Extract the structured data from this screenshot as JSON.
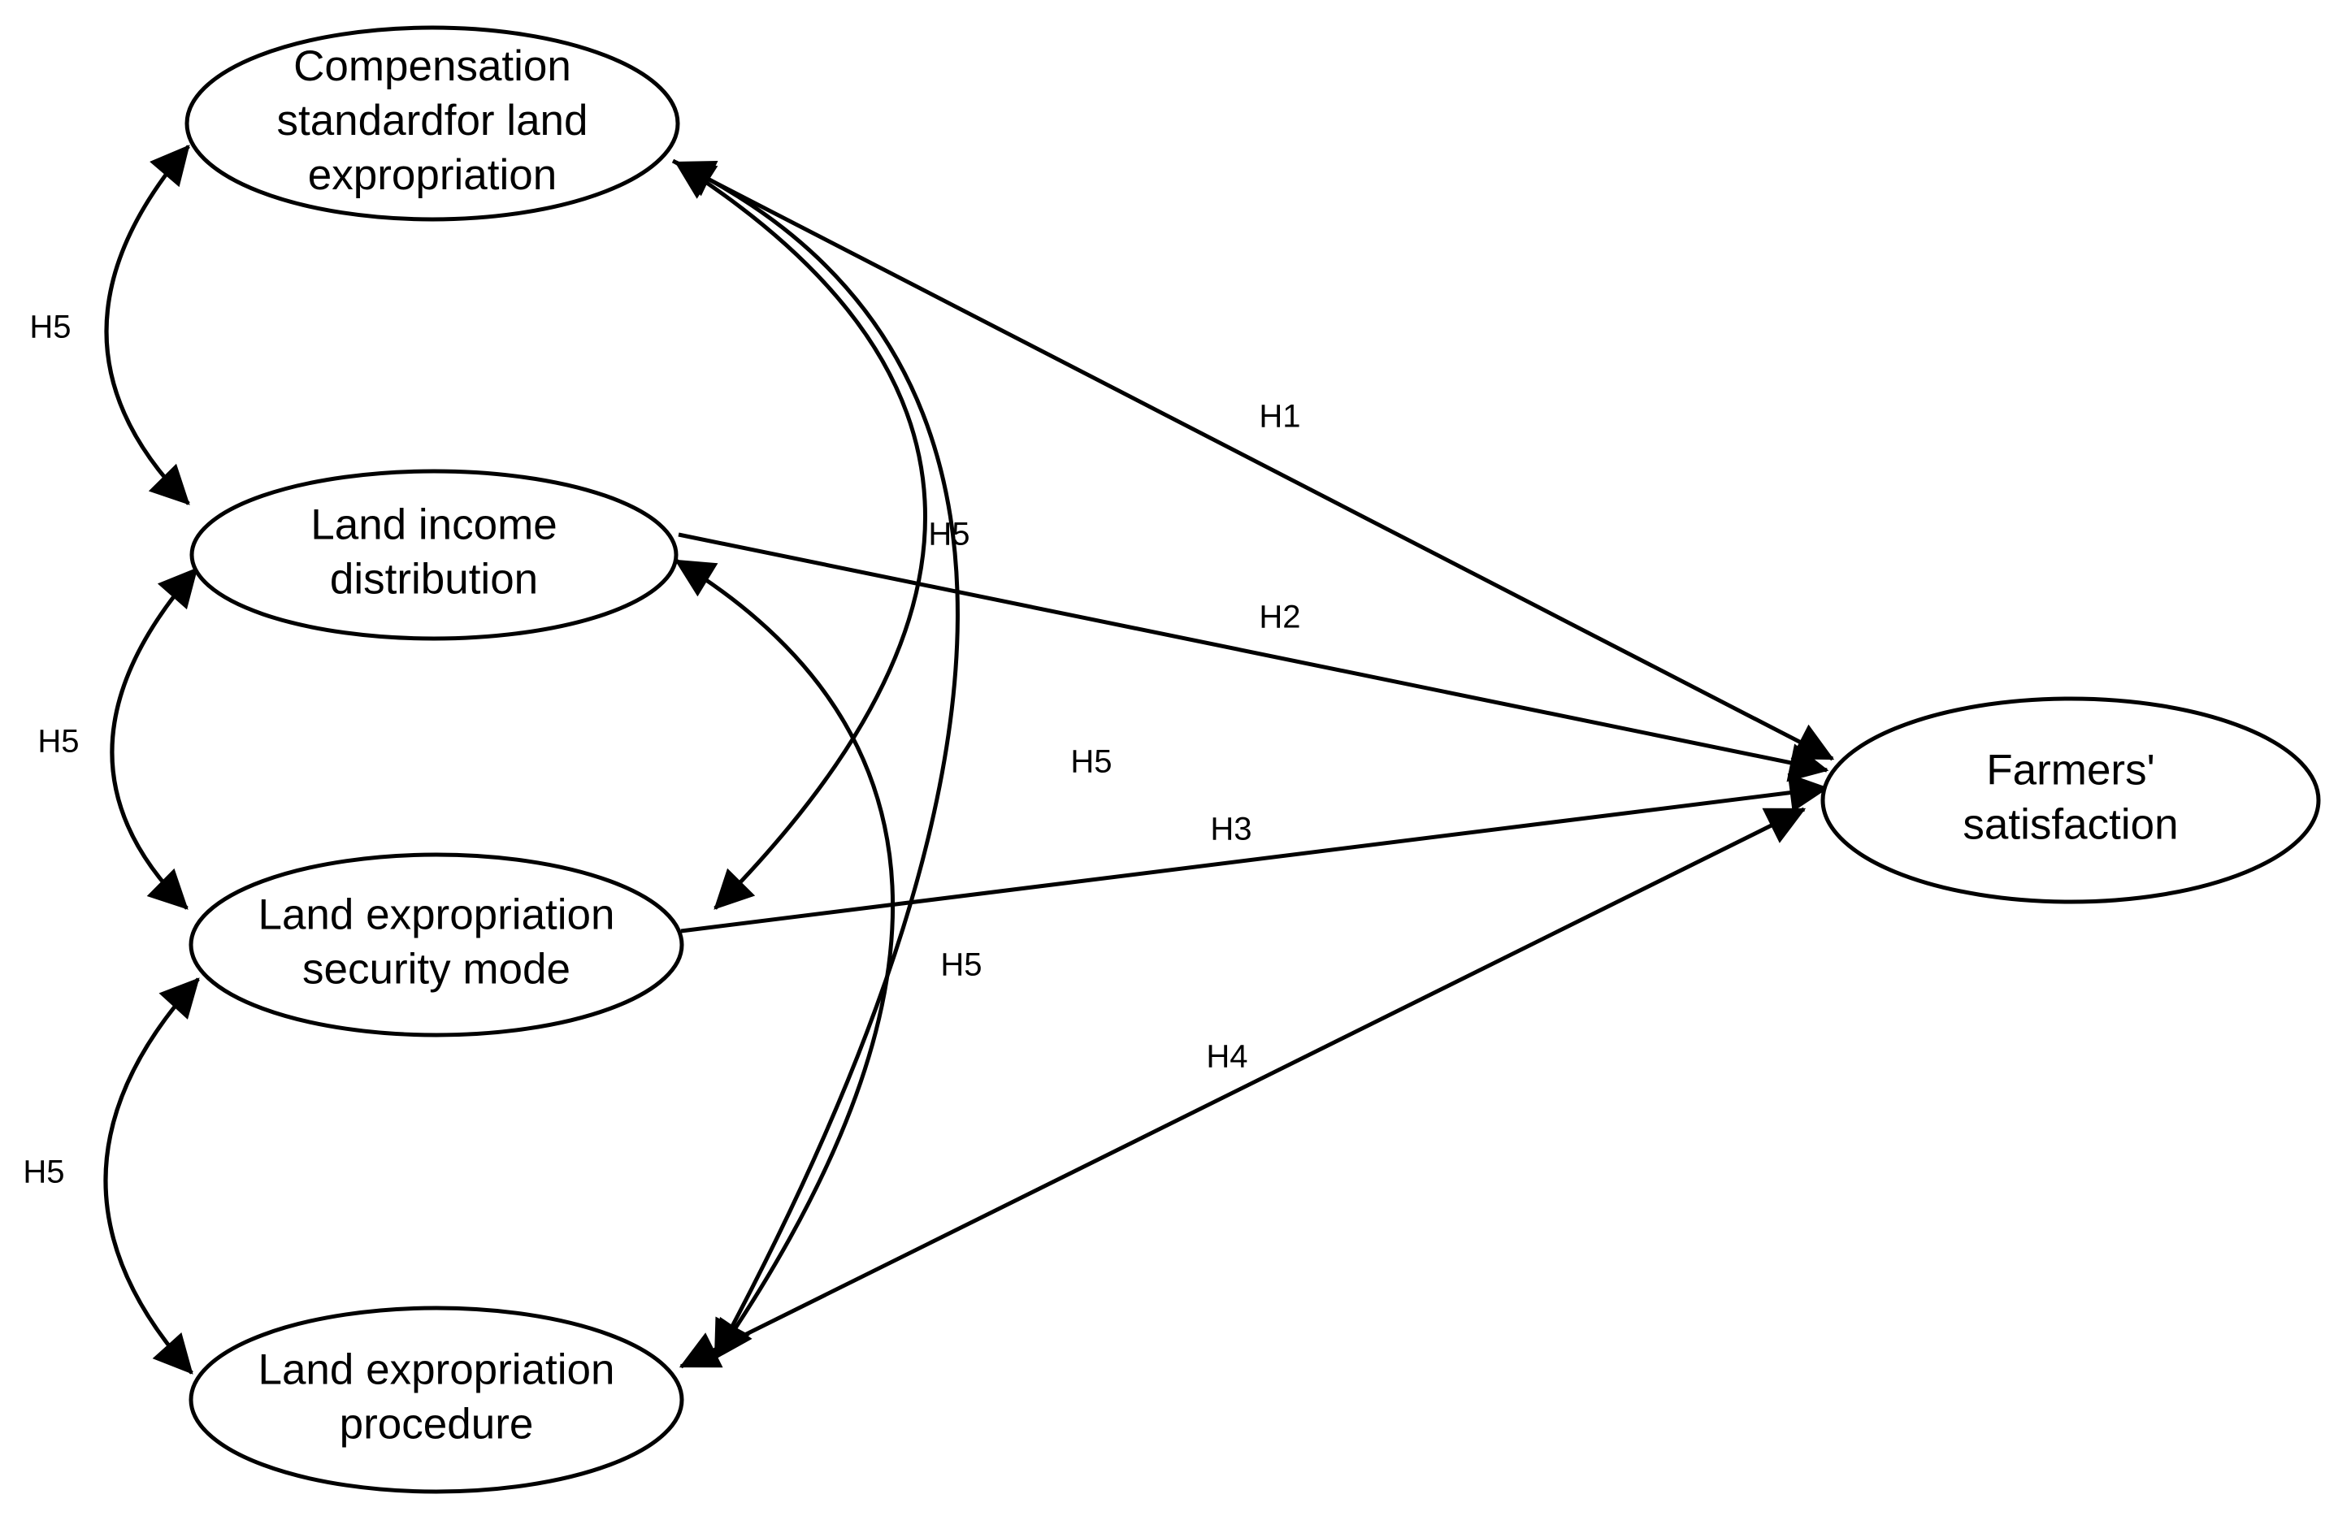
{
  "diagram": {
    "nodes": [
      {
        "id": "compensation",
        "lines": [
          "Compensation",
          "standardfor land",
          "expropriation"
        ]
      },
      {
        "id": "income",
        "lines": [
          "Land income",
          "distribution"
        ]
      },
      {
        "id": "security",
        "lines": [
          "Land expropriation",
          "security mode"
        ]
      },
      {
        "id": "procedure",
        "lines": [
          "Land expropriation",
          "procedure"
        ]
      },
      {
        "id": "satisfaction",
        "lines": [
          "Farmers'",
          "satisfaction"
        ]
      }
    ],
    "edges": [
      {
        "from": "compensation",
        "to": "satisfaction",
        "label": "H1",
        "kind": "directed"
      },
      {
        "from": "income",
        "to": "satisfaction",
        "label": "H2",
        "kind": "directed"
      },
      {
        "from": "security",
        "to": "satisfaction",
        "label": "H3",
        "kind": "directed"
      },
      {
        "from": "procedure",
        "to": "satisfaction",
        "label": "H4",
        "kind": "bidirectional"
      },
      {
        "from": "compensation",
        "to": "income",
        "label": "H5",
        "kind": "bidirectional"
      },
      {
        "from": "income",
        "to": "security",
        "label": "H5",
        "kind": "bidirectional"
      },
      {
        "from": "security",
        "to": "procedure",
        "label": "H5",
        "kind": "bidirectional"
      },
      {
        "from": "compensation",
        "to": "security",
        "label": "H5",
        "kind": "bidirectional"
      },
      {
        "from": "compensation",
        "to": "procedure",
        "label": "H5",
        "kind": "bidirectional"
      },
      {
        "from": "income",
        "to": "procedure",
        "label": "H5",
        "kind": "bidirectional"
      }
    ]
  }
}
